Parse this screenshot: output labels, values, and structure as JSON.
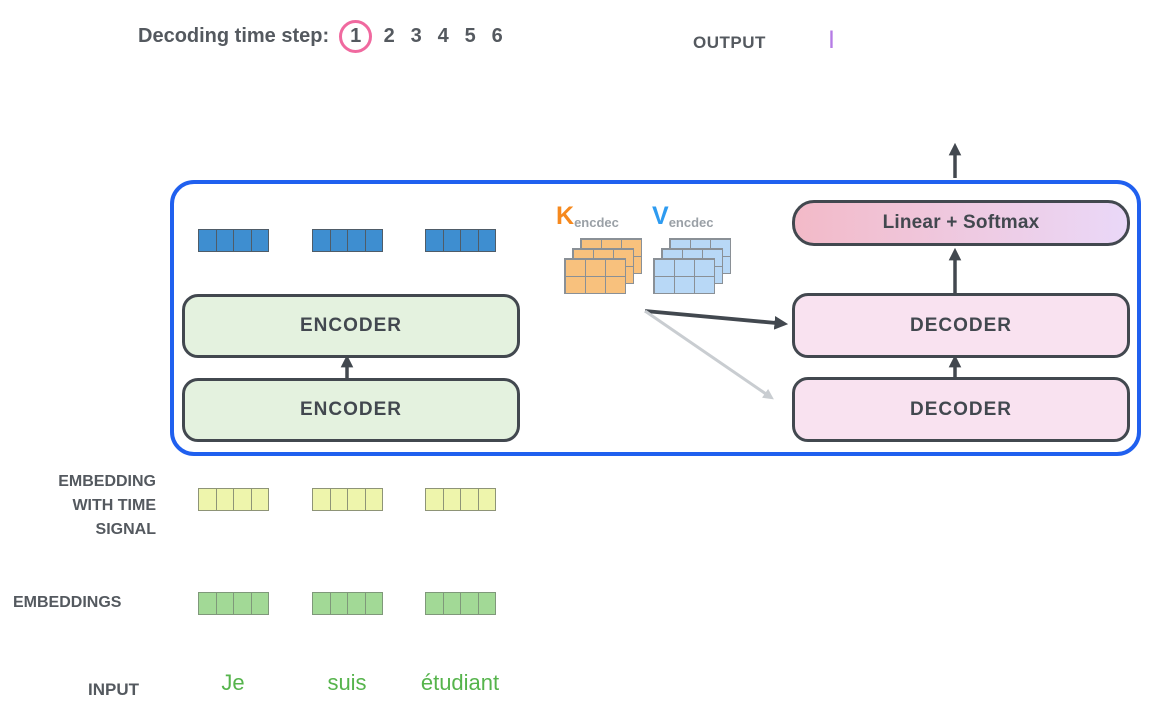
{
  "header": {
    "decoding_label": "Decoding time step:",
    "steps": [
      "1",
      "2",
      "3",
      "4",
      "5",
      "6"
    ],
    "active_step": "1",
    "output_label": "OUTPUT",
    "output_value": "I"
  },
  "encoder_stack": [
    "ENCODER",
    "ENCODER"
  ],
  "decoder_stack": [
    "DECODER",
    "DECODER"
  ],
  "linear_softmax_label": "Linear + Softmax",
  "attention_vectors": {
    "k_label": "K",
    "k_sub": "encdec",
    "v_label": "V",
    "v_sub": "encdec"
  },
  "row_labels": {
    "embedding_time_lines": [
      "EMBEDDING",
      "WITH TIME",
      "SIGNAL"
    ],
    "embeddings": "EMBEDDINGS",
    "input": "INPUT"
  },
  "input_words": [
    "Je",
    "suis",
    "étudiant"
  ],
  "colors": {
    "frame_blue": "#2060ef",
    "step_circle_pink": "#f0699f",
    "output_value_purple": "#b57be5",
    "encoder_fill_green": "#e4f2df",
    "decoder_fill_pink": "#f9e2f0",
    "linear_gradient_left": "#f3bac8",
    "linear_gradient_right": "#ead8f8",
    "k_orange": "#f6891e",
    "v_blue": "#2e9bf0",
    "vector_blue": "#3e8ed0",
    "vector_yellow": "#eef5ac",
    "vector_green": "#a2d996",
    "matrix_orange": "#f8c17d",
    "matrix_blue": "#b8d8f6",
    "word_green": "#56b44c",
    "text_dark": "#54595f",
    "arrow_dark": "#42484f",
    "arrow_light": "#c9cdd1"
  }
}
